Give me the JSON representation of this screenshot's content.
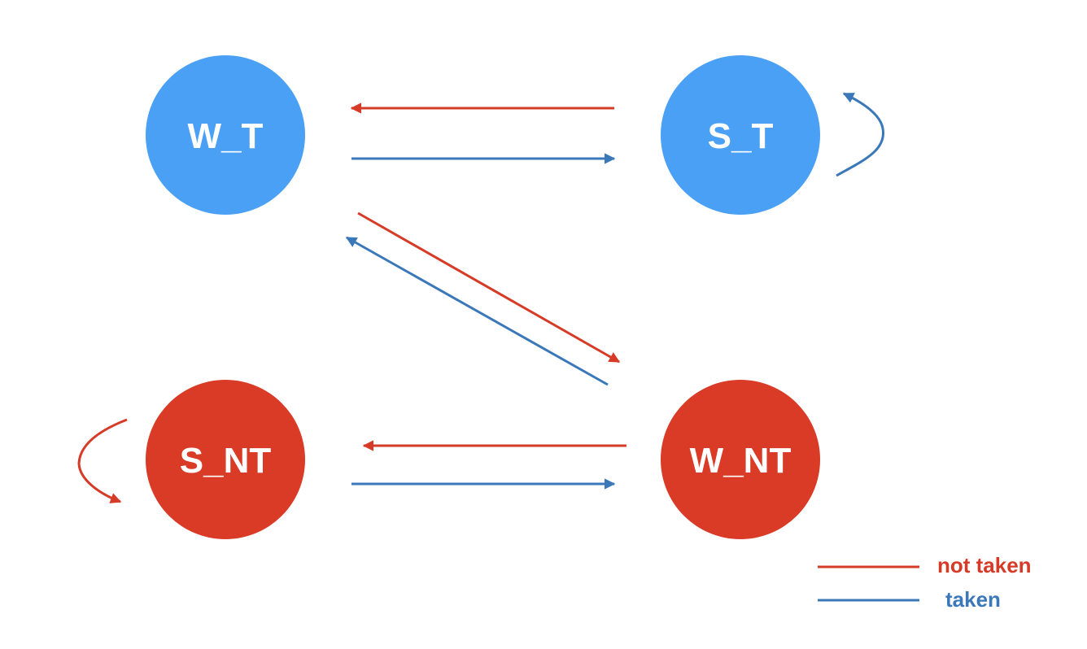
{
  "colors": {
    "taken": "#3b78b9",
    "not_taken": "#d63b27",
    "node_taken_fill": "#4aa0f5",
    "node_not_taken_fill": "#d93b26",
    "node_text": "#ffffff",
    "background": "#ffffff"
  },
  "nodes": {
    "w_t": {
      "label": "W_T",
      "kind": "taken"
    },
    "s_t": {
      "label": "S_T",
      "kind": "taken"
    },
    "s_nt": {
      "label": "S_NT",
      "kind": "not_taken"
    },
    "w_nt": {
      "label": "W_NT",
      "kind": "not_taken"
    }
  },
  "transitions": [
    {
      "from": "S_T",
      "to": "W_T",
      "outcome": "not taken"
    },
    {
      "from": "W_T",
      "to": "S_T",
      "outcome": "taken"
    },
    {
      "from": "S_T",
      "to": "S_T",
      "outcome": "taken"
    },
    {
      "from": "W_T",
      "to": "W_NT",
      "outcome": "not taken"
    },
    {
      "from": "W_NT",
      "to": "W_T",
      "outcome": "taken"
    },
    {
      "from": "W_NT",
      "to": "S_NT",
      "outcome": "not taken"
    },
    {
      "from": "S_NT",
      "to": "W_NT",
      "outcome": "taken"
    },
    {
      "from": "S_NT",
      "to": "S_NT",
      "outcome": "not taken"
    }
  ],
  "legend": {
    "not_taken_label": "not taken",
    "taken_label": "taken"
  }
}
